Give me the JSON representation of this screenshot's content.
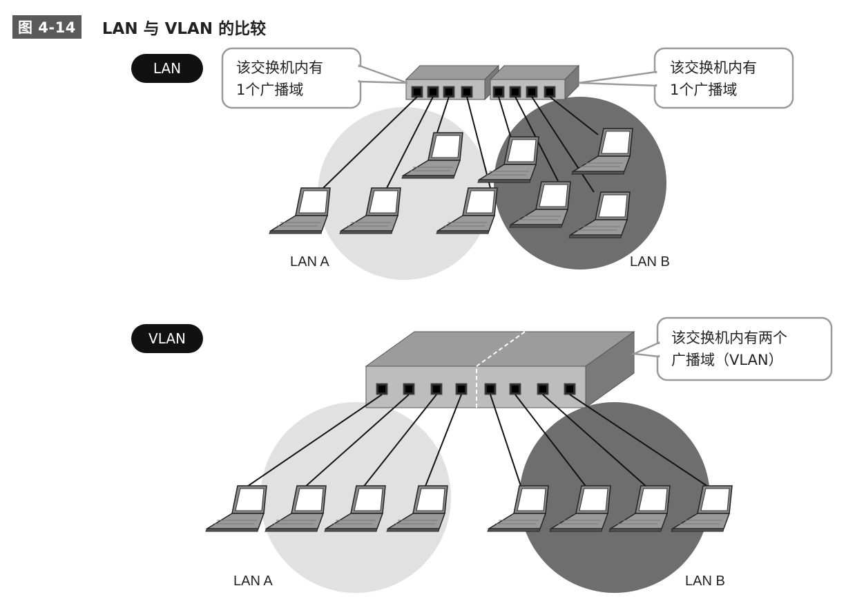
{
  "figure": {
    "number": "图 4-14",
    "title": "LAN 与 VLAN 的比较"
  },
  "lan_section": {
    "tag": "LAN",
    "left_callout": {
      "line1": "该交换机内有",
      "line2": "1个广播域"
    },
    "right_callout": {
      "line1": "该交换机内有",
      "line2": "1个广播域"
    },
    "label_a": "LAN A",
    "label_b": "LAN B"
  },
  "vlan_section": {
    "tag": "VLAN",
    "callout": {
      "line1": "该交换机内有两个",
      "line2": "广播域（VLAN）"
    },
    "label_a": "LAN A",
    "label_b": "LAN B"
  },
  "colors": {
    "lan_a_zone": "#e1e1e1",
    "lan_b_zone": "#6e6e6e",
    "switch_body": "#bdbdbd",
    "switch_top": "#9c9c9c",
    "tag_bg": "#111111"
  }
}
